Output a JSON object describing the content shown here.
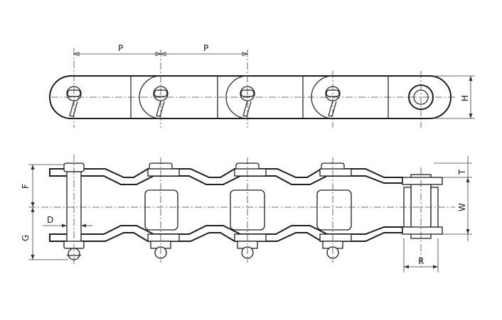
{
  "labels": {
    "pitch_1": "P",
    "pitch_2": "P",
    "height": "H",
    "flange_top": "F",
    "flange_bottom": "G",
    "thickness": "T",
    "width": "W",
    "diameter": "D",
    "roller_offset": "R"
  }
}
